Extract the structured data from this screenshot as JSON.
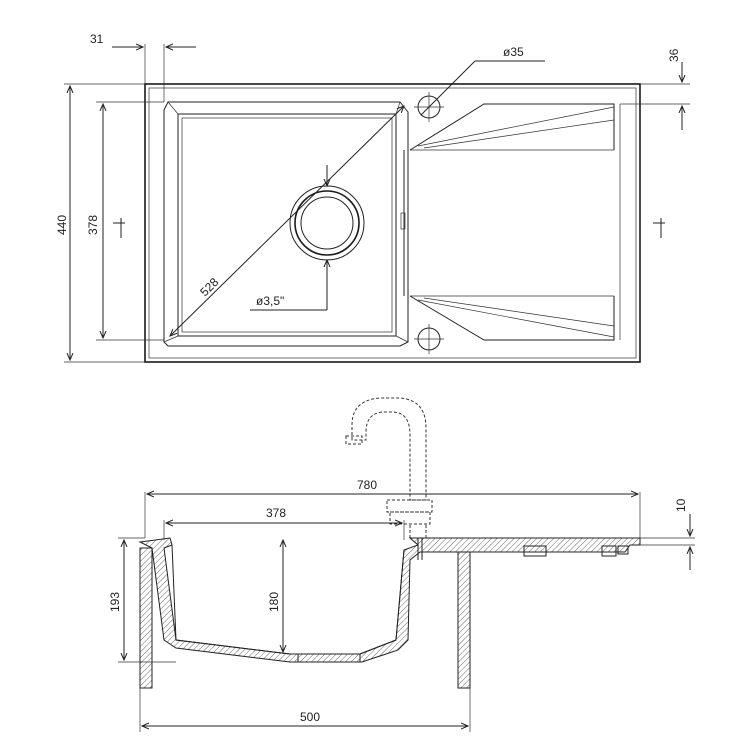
{
  "top_view": {
    "dims": {
      "offset_left": "31",
      "tap_hole": "ø35",
      "offset_top": "36",
      "height_total": "440",
      "height_bowl": "378",
      "diagonal": "528",
      "drain": "ø3,5\""
    }
  },
  "side_view": {
    "dims": {
      "length_total": "780",
      "bowl_width": "378",
      "thickness": "10",
      "height_total": "193",
      "depth": "180",
      "cabinet": "500"
    }
  }
}
